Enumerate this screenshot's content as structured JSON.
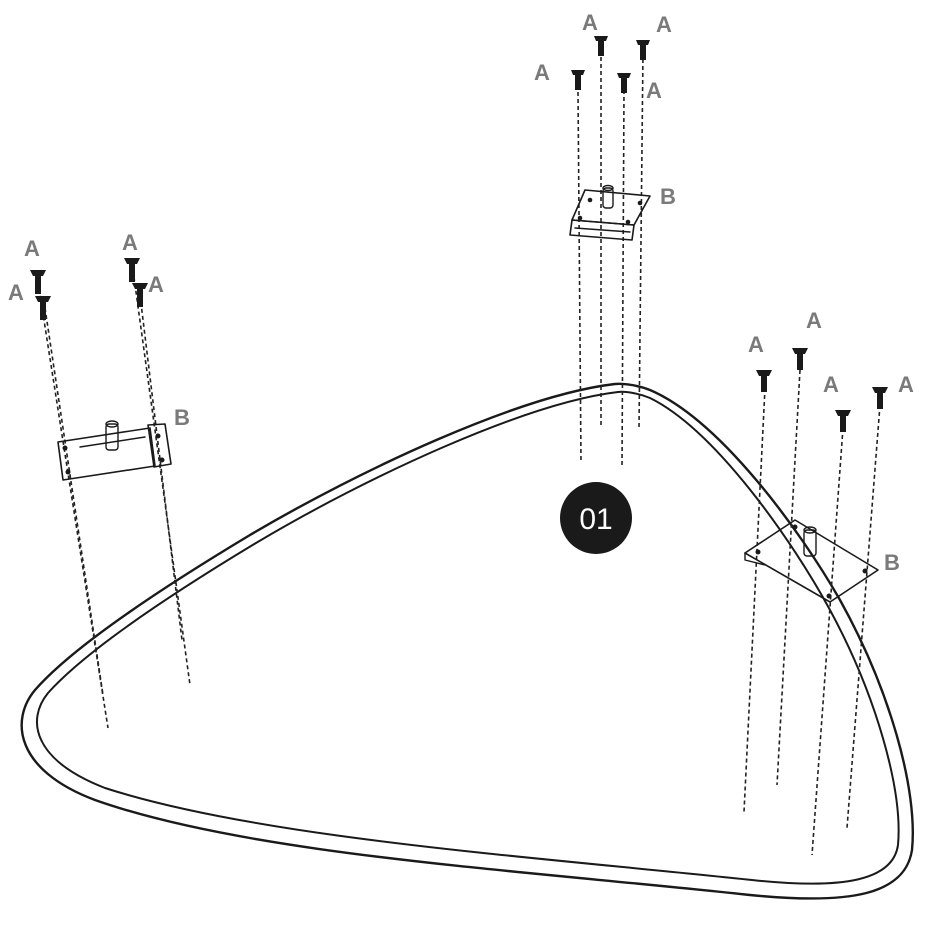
{
  "step": {
    "number": "01",
    "badge_color": "#1a1a1a"
  },
  "part_labels": {
    "screw": "A",
    "bracket": "B"
  },
  "colors": {
    "label": "#7a7a7a",
    "ink": "#1a1a1a"
  }
}
